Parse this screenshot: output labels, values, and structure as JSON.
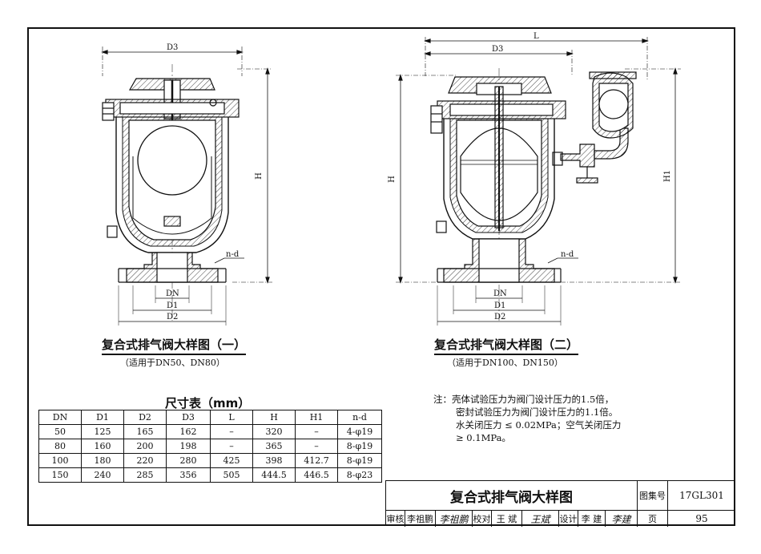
{
  "figure_one": {
    "caption": "复合式排气阀大样图（一）",
    "subcaption": "（适用于DN50、DN80）",
    "dims": {
      "d3": "D3",
      "h": "H",
      "dn": "DN",
      "d1": "D1",
      "d2": "D2",
      "nd": "n-d"
    }
  },
  "figure_two": {
    "caption": "复合式排气阀大样图（二）",
    "subcaption": "（适用于DN100、DN150）",
    "dims": {
      "l": "L",
      "d3": "D3",
      "h": "H",
      "h1": "H1",
      "dn": "DN",
      "d1": "D1",
      "d2": "D2",
      "nd": "n-d"
    }
  },
  "dimension_table": {
    "title": "尺寸表（mm）",
    "headers": [
      "DN",
      "D1",
      "D2",
      "D3",
      "L",
      "H",
      "H1",
      "n-d"
    ],
    "rows": [
      [
        "50",
        "125",
        "165",
        "162",
        "–",
        "320",
        "–",
        "4-φ19"
      ],
      [
        "80",
        "160",
        "200",
        "198",
        "–",
        "365",
        "–",
        "8-φ19"
      ],
      [
        "100",
        "180",
        "220",
        "280",
        "425",
        "398",
        "412.7",
        "8-φ19"
      ],
      [
        "150",
        "240",
        "285",
        "356",
        "505",
        "444.5",
        "446.5",
        "8-φ23"
      ]
    ]
  },
  "notes": [
    "注：壳体试验压力为阀门设计压力的1.5倍，",
    "密封试验压力为阀门设计压力的1.1倍。",
    "水关闭压力 ≤ 0.02MPa；空气关闭压力",
    "≥ 0.1MPa。"
  ],
  "title_block": {
    "title": "复合式排气阀大样图",
    "atlas_label": "图集号",
    "atlas_number": "17GL301",
    "page_label": "页",
    "page_number": "95",
    "review_label": "审核",
    "reviewer": "李祖鹏",
    "reviewer_signature": "李祖鹏",
    "check_label": "校对",
    "checker": "王 斌",
    "checker_signature": "王斌",
    "design_label": "设计",
    "designer": "李 建",
    "designer_signature": "李建"
  }
}
